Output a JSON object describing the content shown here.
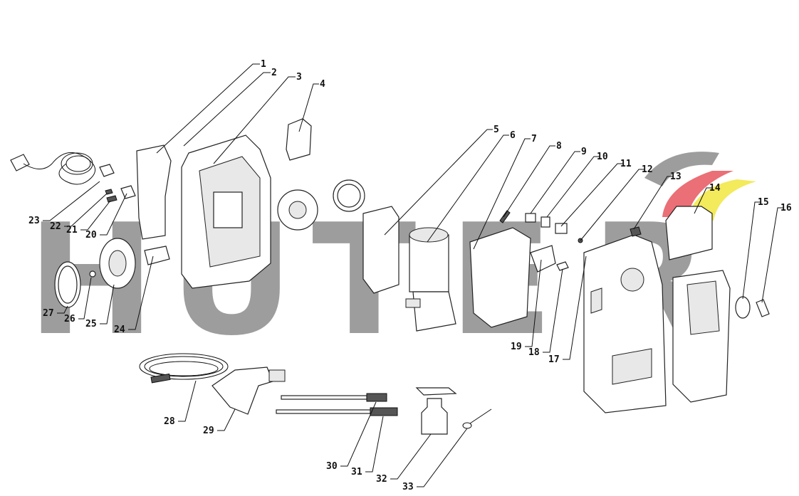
{
  "watermark": {
    "letters": [
      "H",
      "U",
      "T",
      "E",
      "R"
    ],
    "colors": {
      "gray": "#8c8c8c",
      "red": "#e8565e",
      "yellow": "#f2e84a"
    }
  },
  "callouts": [
    "1",
    "2",
    "3",
    "4",
    "5",
    "6",
    "7",
    "8",
    "9",
    "10",
    "11",
    "12",
    "13",
    "14",
    "15",
    "16",
    "17",
    "18",
    "19",
    "20",
    "21",
    "22",
    "23",
    "24",
    "25",
    "26",
    "27",
    "28",
    "29",
    "30",
    "31",
    "32",
    "33"
  ]
}
